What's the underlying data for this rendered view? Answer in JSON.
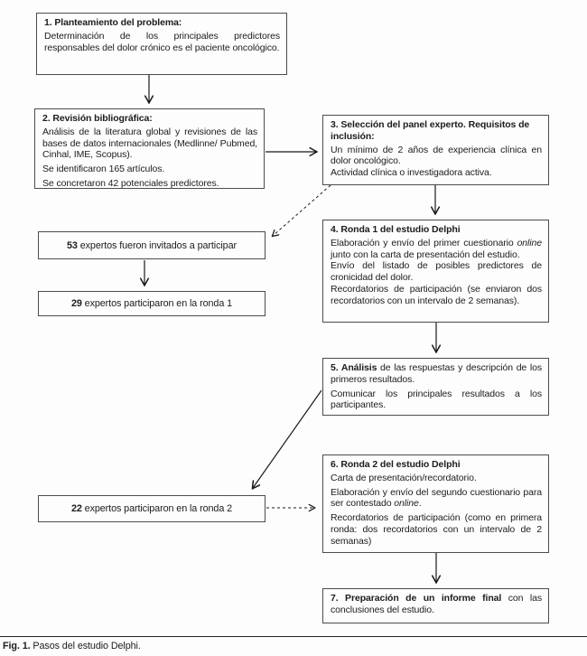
{
  "figure": {
    "caption": [
      {
        "t": "Fig. 1.",
        "b": true
      },
      {
        "t": "  Pasos del estudio Delphi."
      }
    ]
  },
  "boxes": {
    "step1": {
      "title": "1. Planteamiento del problema:",
      "p1": [
        {
          "t": "Determinación de los principales predictores responsables del dolor crónico es el paciente oncológico."
        }
      ]
    },
    "step2": {
      "title": "2. Revisión bibliográfica:",
      "p1": [
        {
          "t": "Análisis de la literatura global y revisiones de las bases de datos internacionales (Medlinne/ Pubmed, Cinhal, IME, Scopus)."
        }
      ],
      "p2": [
        {
          "t": "Se identificaron 165 artículos."
        }
      ],
      "p3": [
        {
          "t": "Se concretaron 42 potenciales predictores."
        }
      ]
    },
    "step3": {
      "title": "3. Selección del panel experto. Requisitos de inclusión:",
      "p1": [
        {
          "t": "Un mínimo de 2 años de experiencia clínica en dolor oncológico."
        }
      ],
      "p2": [
        {
          "t": "Actividad clínica o investigadora activa."
        }
      ]
    },
    "step4": {
      "title": "4. Ronda 1 del estudio Delphi",
      "p1": [
        {
          "t": "Elaboración y envío del primer cuestionario "
        },
        {
          "t": "online",
          "i": true
        },
        {
          "t": " junto con la carta de presentación del estudio."
        }
      ],
      "p2": [
        {
          "t": "Envío del listado de posibles predictores de cronicidad del dolor."
        }
      ],
      "p3": [
        {
          "t": "Recordatorios de participación (se enviaron dos recordatorios con un intervalo de 2 semanas)."
        }
      ]
    },
    "step5": {
      "p1": [
        {
          "t": "5. Análisis",
          "b": true
        },
        {
          "t": " de las respuestas y descripción de los primeros resultados."
        }
      ],
      "p2": [
        {
          "t": "Comunicar los principales resultados a los participantes."
        }
      ]
    },
    "step6": {
      "title": "6. Ronda 2 del estudio Delphi",
      "p1": [
        {
          "t": "Carta de presentación/recordatorio."
        }
      ],
      "p2": [
        {
          "t": "Elaboración y envío del segundo cuestionario para ser contestado "
        },
        {
          "t": "online",
          "i": true
        },
        {
          "t": "."
        }
      ],
      "p3": [
        {
          "t": "Recordatorios de participación (como en primera ronda: dos recordatorios con un intervalo de 2 semanas)"
        }
      ]
    },
    "step7": {
      "p1": [
        {
          "t": "7. Preparación de un informe final",
          "b": true
        },
        {
          "t": " con las conclusiones del estudio."
        }
      ]
    },
    "invited": [
      {
        "t": "53",
        "b": true
      },
      {
        "t": " expertos fueron invitados a participar"
      }
    ],
    "round1": [
      {
        "t": "29",
        "b": true
      },
      {
        "t": " expertos participaron en la ronda 1"
      }
    ],
    "round2": [
      {
        "t": "22",
        "b": true
      },
      {
        "t": " expertos participaron en la ronda 2"
      }
    ]
  },
  "colors": {
    "box_border": "#4c4c4c",
    "arrow": "#1a1a1a",
    "background": "#fdfdfd"
  }
}
